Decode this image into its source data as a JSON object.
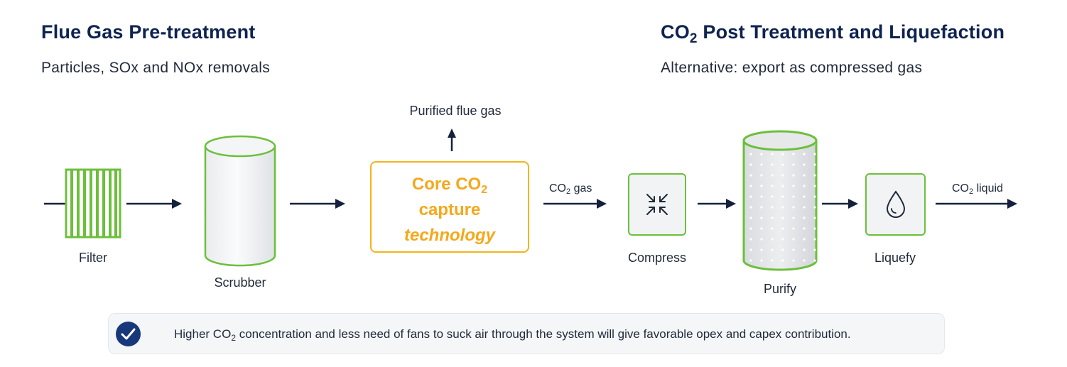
{
  "left_header": {
    "title": "Flue Gas Pre-treatment",
    "subtitle": "Particles, SOx and NOx removals"
  },
  "right_header": {
    "title_prefix": "CO",
    "title_sub": "2",
    "title_suffix": " Post Treatment and Liquefaction",
    "subtitle": "Alternative: export as compressed gas"
  },
  "steps": {
    "filter": "Filter",
    "scrubber": "Scrubber",
    "compress": "Compress",
    "purify": "Purify",
    "liquefy": "Liquefy"
  },
  "core": {
    "line1_prefix": "Core CO",
    "line1_sub": "2",
    "line2": "capture",
    "line3": "technology"
  },
  "flows": {
    "purified_flue_gas": "Purified flue gas",
    "co2_gas_prefix": "CO",
    "co2_gas_sub": "2",
    "co2_gas_suffix": " gas",
    "co2_liquid_prefix": "CO",
    "co2_liquid_sub": "2",
    "co2_liquid_suffix": " liquid"
  },
  "notice": {
    "text_prefix": "Higher CO",
    "text_sub": "2",
    "text_suffix": " concentration and less need of fans to suck air through the system will give favorable opex and capex contribution."
  },
  "icons": {
    "filter": "filter-grid-icon",
    "scrubber": "cylinder-icon",
    "compress": "compress-arrows-icon",
    "purify": "dotted-cylinder-icon",
    "liquefy": "droplet-icon",
    "notice": "check-circle-icon"
  },
  "colors": {
    "title": "#0e2350",
    "green": "#6cbf3b",
    "orange": "#f5a81a",
    "arrow": "#14213d",
    "check_circle": "#17387a"
  }
}
